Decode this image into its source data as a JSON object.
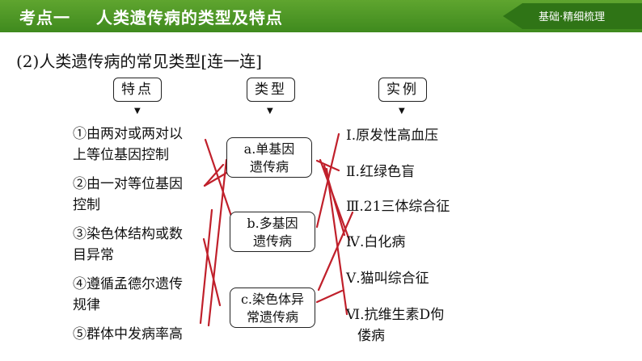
{
  "topbar": {
    "title": "考点一    人类遗传病的类型及特点",
    "tag": "基础·精细梳理"
  },
  "subtitle": "(2)人类遗传病的常见类型[连一连]",
  "headers": {
    "features": "特点",
    "types": "类型",
    "examples": "实例"
  },
  "features": [
    [
      "①由两对或两对以",
      "上等位基因控制"
    ],
    [
      "②由一对等位基因",
      "控制"
    ],
    [
      "③染色体结构或数",
      "目异常"
    ],
    [
      "④遵循孟德尔遗传",
      "规律"
    ],
    [
      "⑤群体中发病率高",
      ""
    ]
  ],
  "types": [
    [
      "a.单基因",
      "遗传病"
    ],
    [
      "b.多基因",
      "遗传病"
    ],
    [
      "c.染色体异",
      "常遗传病"
    ]
  ],
  "examples": [
    [
      "Ⅰ.原发性高血压",
      ""
    ],
    [
      "Ⅱ.红绿色盲",
      ""
    ],
    [
      "Ⅲ.21三体综合征",
      ""
    ],
    [
      "Ⅳ.白化病",
      ""
    ],
    [
      "Ⅴ.猫叫综合征",
      ""
    ],
    [
      "Ⅵ.抗维生素D佝",
      "偻病"
    ]
  ],
  "colors": {
    "bar": "#4f9a27",
    "tag": "#2f7416",
    "line": "#c0202b"
  }
}
